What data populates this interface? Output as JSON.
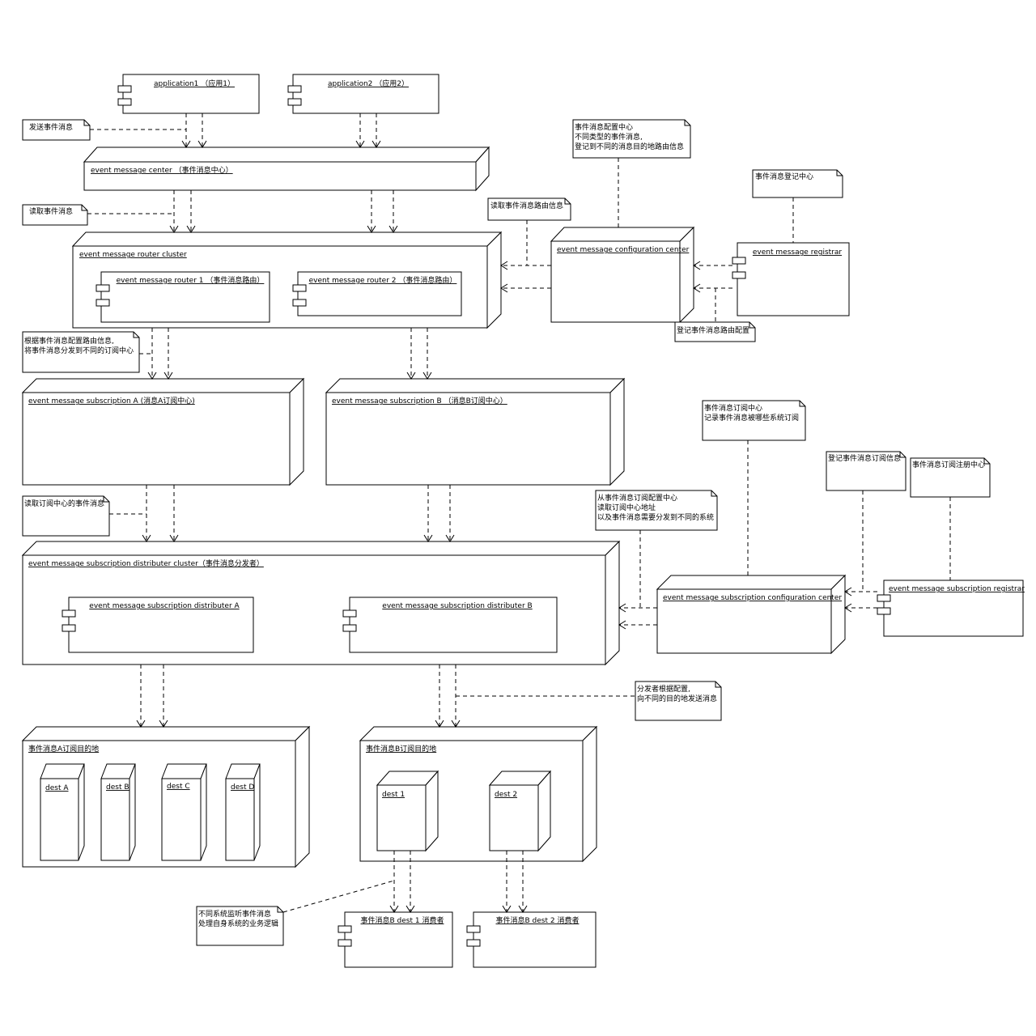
{
  "components": {
    "app1": "application1 （应用1）",
    "app2": "application2 （应用2）",
    "router1": "event message router 1 （事件消息路由）",
    "router2": "event message router 2 （事件消息路由）",
    "registrar": "event message registrar",
    "dist_a": "event message subscription distributer A",
    "dist_b": "event message subscription distributer B",
    "sub_registrar": "event message subscription registrar",
    "consumer1": "事件消息B dest 1 消费者",
    "consumer2": "事件消息B dest 2 消费者"
  },
  "nodes": {
    "center": "event message center （事件消息中心）",
    "router_cluster": "event message router cluster",
    "config_center": "event message configuration center",
    "sub_a": "event message subscription A (消息A订阅中心)",
    "sub_b": "event message subscription B （消息B订阅中心）",
    "dist_cluster": "event message subscription distributer cluster（事件消息分发者）",
    "sub_config_center": "event message subscription configuration center",
    "dest_group_a": "事件消息A订阅目的地",
    "dest_group_b": "事件消息B订阅目的地",
    "dest_a": "dest A",
    "dest_b": "dest B",
    "dest_c": "dest C",
    "dest_d": "dest D",
    "dest_1": "dest 1",
    "dest_2": "dest 2"
  },
  "notes": {
    "send": "发送事件消息",
    "read": "读取事件消息",
    "config_center_note_1": "事件消息配置中心",
    "config_center_note_2": "不同类型的事件消息,",
    "config_center_note_3": "登记到不同的消息目的地路由信息",
    "registry_center": "事件消息登记中心",
    "read_routing": "读取事件消息路由信息",
    "register_routing": "登记事件消息路由配置",
    "dispatch_1": "根据事件消息配置路由信息,",
    "dispatch_2": "将事件消息分发到不同的订阅中心",
    "read_sub": "读取订阅中心的事件消息",
    "sub_center_1": "事件消息订阅中心",
    "sub_center_2": "记录事件消息被哪些系统订阅",
    "register_sub": "登记事件消息订阅信息",
    "sub_reg_center": "事件消息订阅注册中心",
    "from_sub_1": "从事件消息订阅配置中心",
    "from_sub_2": "读取订阅中心地址",
    "from_sub_3": "以及事件消息需要分发到不同的系统",
    "distributor_1": "分发者根据配置,",
    "distributor_2": "向不同的目的地发送消息",
    "listen_1": "不同系统监听事件消息",
    "listen_2": "处理自身系统的业务逻辑"
  }
}
